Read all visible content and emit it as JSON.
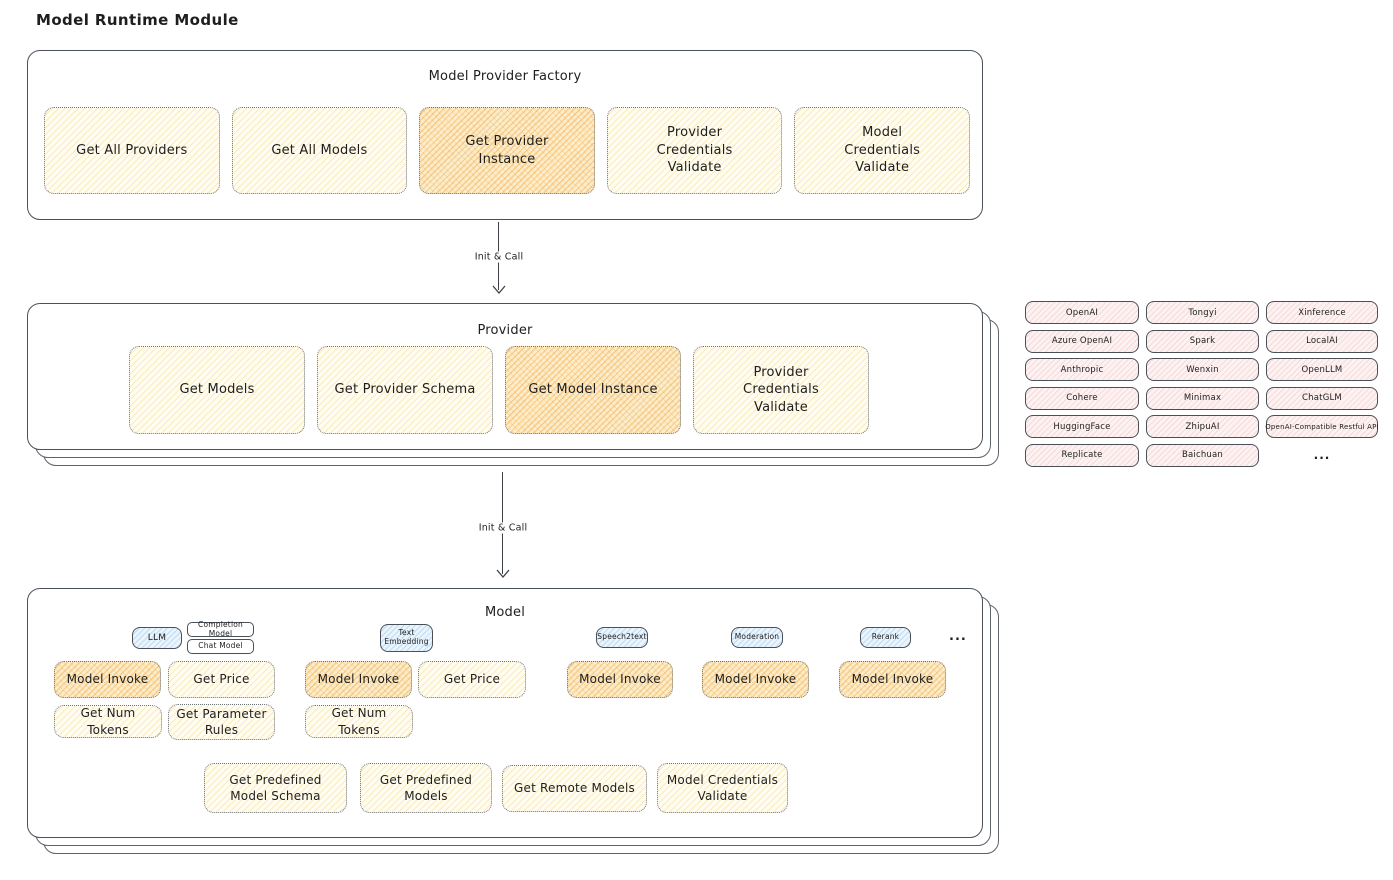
{
  "page_title": "Model Runtime Module",
  "colors": {
    "yellow_fill": "#fffdf2",
    "yellow_hatch": "#f3cc6a",
    "orange_fill": "#fcecca",
    "orange_hatch": "#f0a63c",
    "blue_fill": "#eaf4fd",
    "blue_hatch": "#74aede",
    "pink_fill": "#fdf2f2",
    "pink_hatch": "#eb9a9a",
    "container_border": "#4b5158",
    "dotted_border": "#6f747a"
  },
  "factory": {
    "title": "Model Provider Factory",
    "items": [
      {
        "label": "Get All Providers",
        "highlighted": false
      },
      {
        "label": "Get All Models",
        "highlighted": false
      },
      {
        "label": "Get Provider Instance",
        "highlighted": true
      },
      {
        "label": "Provider Credentials Validate",
        "highlighted": false
      },
      {
        "label": "Model Credentials Validate",
        "highlighted": false
      }
    ]
  },
  "arrow1": {
    "label": "Init & Call"
  },
  "provider": {
    "title": "Provider",
    "items": [
      {
        "label": "Get Models",
        "highlighted": false
      },
      {
        "label": "Get Provider Schema",
        "highlighted": false
      },
      {
        "label": "Get Model Instance",
        "highlighted": true
      },
      {
        "label": "Provider Credentials Validate",
        "highlighted": false
      }
    ]
  },
  "providers_grid": {
    "columns": [
      [
        "OpenAI",
        "Azure OpenAI",
        "Anthropic",
        "Cohere",
        "HuggingFace",
        "Replicate"
      ],
      [
        "Tongyi",
        "Spark",
        "Wenxin",
        "Minimax",
        "ZhipuAI",
        "Baichuan"
      ],
      [
        "Xinference",
        "LocalAI",
        "OpenLLM",
        "ChatGLM",
        "OpenAI-Compatible Restful API",
        "..."
      ]
    ]
  },
  "arrow2": {
    "label": "Init & Call"
  },
  "model": {
    "title": "Model",
    "type_chips": {
      "llm": "LLM",
      "completion_model": "Completion Model",
      "chat_model": "Chat Model",
      "text_embedding": "Text Embedding",
      "speech2text": "Speech2text",
      "moderation": "Moderation",
      "rerank": "Rerank",
      "more": "..."
    },
    "functions": {
      "model_invoke": "Model Invoke",
      "get_price": "Get Price",
      "get_num_tokens": "Get Num Tokens",
      "get_parameter_rules": "Get Parameter Rules",
      "get_predefined_model_schema": "Get Predefined Model Schema",
      "get_predefined_models": "Get Predefined Models",
      "get_remote_models": "Get Remote Models",
      "model_credentials_validate": "Model Credentials Validate"
    }
  }
}
